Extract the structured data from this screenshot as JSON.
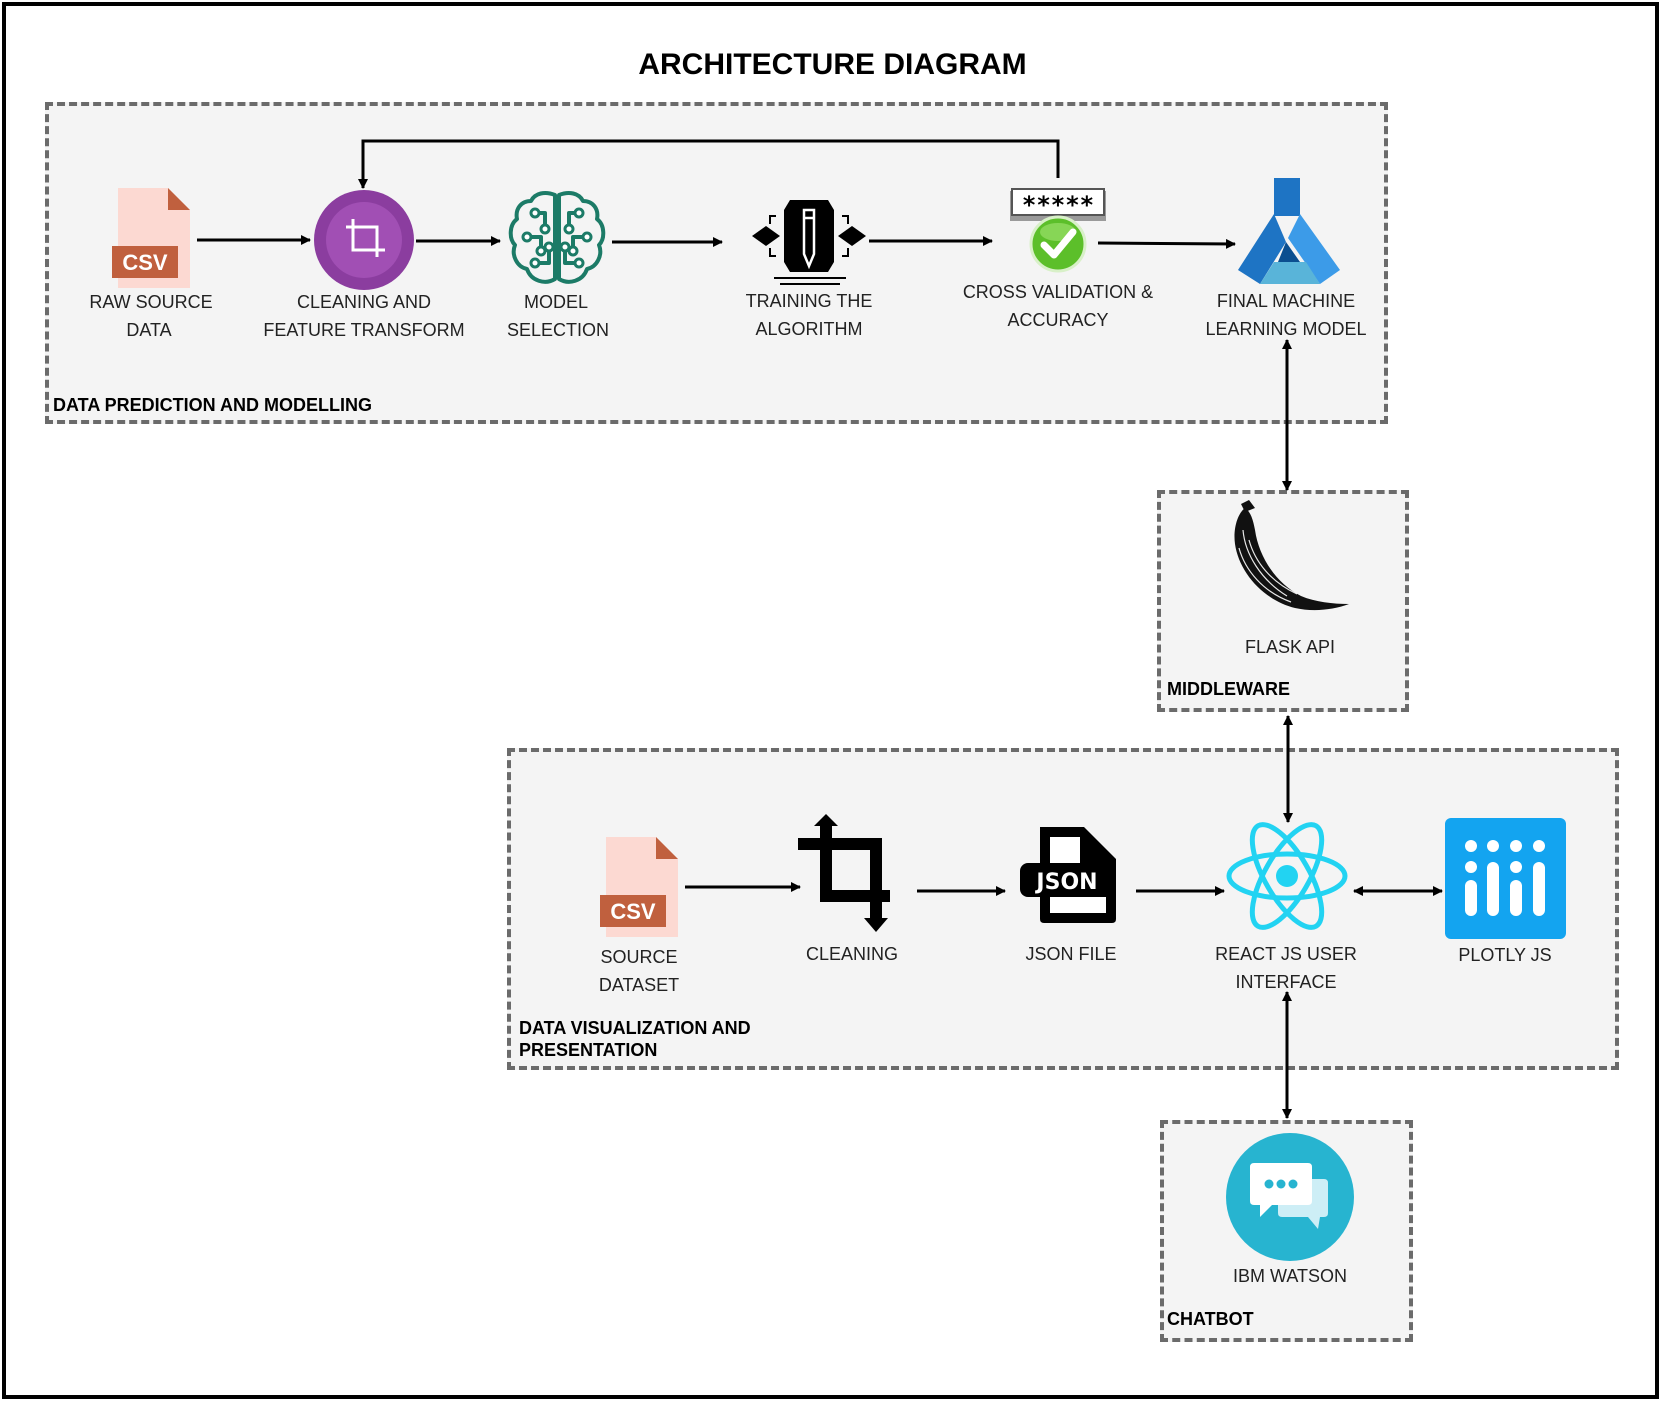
{
  "title": "ARCHITECTURE DIAGRAM",
  "groups": {
    "modelling": "DATA PREDICTION AND MODELLING",
    "middleware": "MIDDLEWARE",
    "visualization_line1": "DATA VISUALIZATION AND",
    "visualization_line2": "PRESENTATION",
    "chatbot": "CHATBOT"
  },
  "nodes": {
    "raw_source": [
      "RAW SOURCE",
      "DATA"
    ],
    "cleaning_feature": [
      "CLEANING AND",
      "FEATURE TRANSFORM"
    ],
    "model_selection": [
      "MODEL",
      "SELECTION"
    ],
    "training": [
      "TRAINING THE",
      "ALGORITHM"
    ],
    "cross_validation": [
      "CROSS VALIDATION &",
      "ACCURACY"
    ],
    "final_model": [
      "FINAL MACHINE",
      "LEARNING MODEL"
    ],
    "flask": "FLASK API",
    "source_dataset": [
      "SOURCE",
      "DATASET"
    ],
    "cleaning": "CLEANING",
    "json_file": "JSON FILE",
    "react_ui": [
      "REACT JS USER",
      "INTERFACE"
    ],
    "plotly": "PLOTLY JS",
    "watson": "IBM WATSON"
  },
  "icon_text": {
    "csv": "CSV",
    "json": "JSON",
    "password": "*****"
  },
  "colors": {
    "csv_page": "#fcd9d2",
    "csv_band": "#c0603e",
    "crop_purple": "#8b3d9f",
    "brain_green": "#1c7b67",
    "azure_blue": "#1e74c4",
    "react_cyan": "#22d3f2",
    "plotly_blue": "#13a4f0",
    "watson_teal": "#27b4d0",
    "check_green": "#5cbf2a"
  }
}
